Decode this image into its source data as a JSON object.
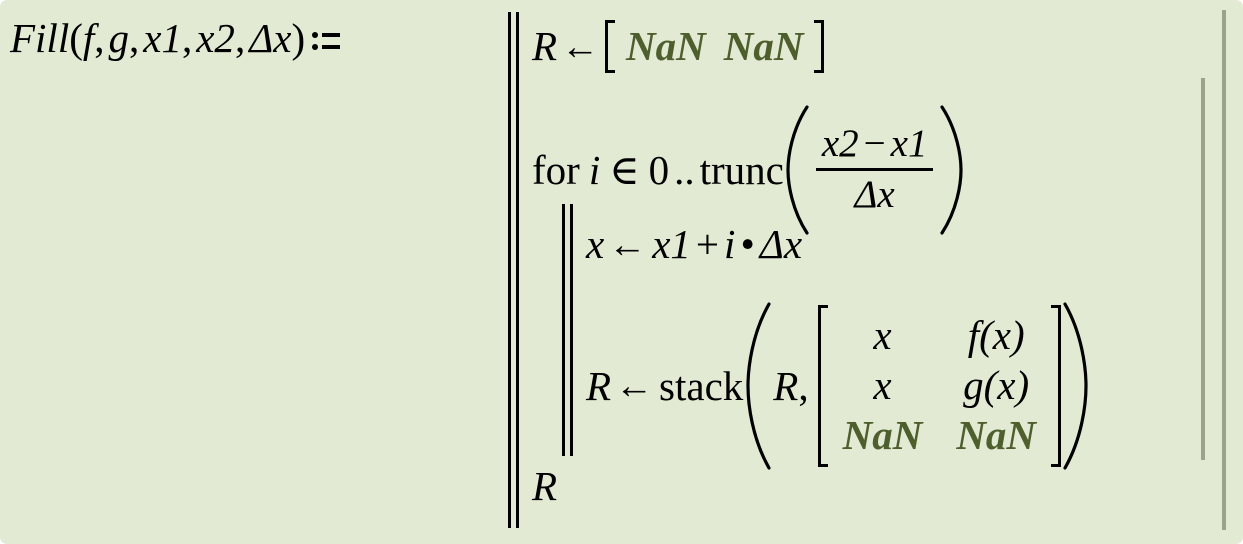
{
  "document": {
    "kind": "mathcad-program-definition",
    "background_color": "#e2ead3",
    "text_color": "#000000",
    "highlight_color": "#4e5e2c",
    "guide_color": "#9aa48c"
  },
  "definition": {
    "function_name": "Fill",
    "arguments": [
      "f",
      "g",
      "x1",
      "x2",
      "Δx"
    ],
    "open_paren": "(",
    "close_paren": ")",
    "comma": ",",
    "assign_operator": "≔"
  },
  "program": {
    "lines": [
      {
        "id": "init",
        "target": "R",
        "arrow": "←",
        "vector": {
          "open": "[",
          "close": "]",
          "cells": [
            "NaN",
            "NaN"
          ]
        }
      },
      {
        "id": "for",
        "keyword": "for",
        "index": "i",
        "member_operator": "∈",
        "range_start": "0",
        "range_operator": "..",
        "function": "trunc",
        "open_paren": "(",
        "close_paren": ")",
        "fraction": {
          "numerator": {
            "left": "x2",
            "operator": "−",
            "right": "x1"
          },
          "denominator": "Δx"
        }
      },
      {
        "id": "assign-x",
        "target": "x",
        "arrow": "←",
        "expr": {
          "first": "x1",
          "plus": "+",
          "factor": "i",
          "times": "•",
          "second": "Δx"
        }
      },
      {
        "id": "stack",
        "target": "R",
        "arrow": "←",
        "function": "stack",
        "open_paren": "(",
        "close_paren": ")",
        "first_arg": "R",
        "comma": ",",
        "matrix": {
          "open": "[",
          "close": "]",
          "rows": [
            [
              "x",
              "f(x)"
            ],
            [
              "x",
              "g(x)"
            ],
            [
              "NaN",
              "NaN"
            ]
          ],
          "cells": {
            "r0c0": "x",
            "r0c1": "f(x)",
            "r1c0": "x",
            "r1c1": "g(x)",
            "r2c0": "NaN",
            "r2c1": "NaN"
          }
        }
      },
      {
        "id": "return",
        "value": "R"
      }
    ]
  }
}
